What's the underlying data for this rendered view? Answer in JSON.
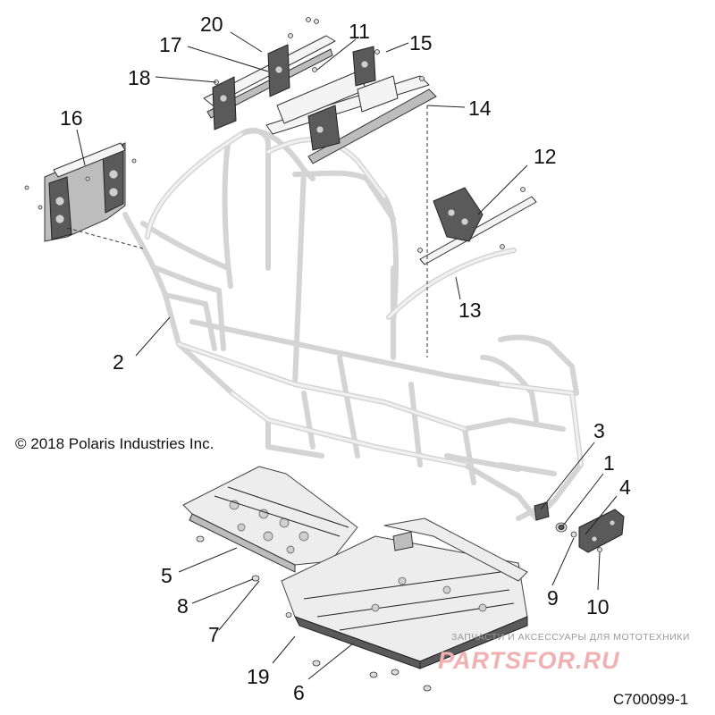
{
  "copyright": "© 2018 Polaris Industries Inc.",
  "drawing_code": "C700099-1",
  "watermark": {
    "tagline": "ЗАПЧАСТИ И АКСЕССУАРЫ ДЛЯ МОТОТЕХНИКИ",
    "logo": "PARTSFOR.RU"
  },
  "callouts": [
    {
      "number": "20",
      "part": "bolt"
    },
    {
      "number": "17",
      "part": "rear-rail-left"
    },
    {
      "number": "11",
      "part": "bolt"
    },
    {
      "number": "15",
      "part": "bolt"
    },
    {
      "number": "18",
      "part": "bolt"
    },
    {
      "number": "14",
      "part": "rear-rail-right"
    },
    {
      "number": "16",
      "part": "front-bracket"
    },
    {
      "number": "12",
      "part": "cross-brace"
    },
    {
      "number": "13",
      "part": "support-tube"
    },
    {
      "number": "2",
      "part": "main-frame"
    },
    {
      "number": "3",
      "part": "bracket-nut"
    },
    {
      "number": "1",
      "part": "bushing"
    },
    {
      "number": "4",
      "part": "mount-plate"
    },
    {
      "number": "5",
      "part": "front-skid-plate"
    },
    {
      "number": "8",
      "part": "push-rivet"
    },
    {
      "number": "7",
      "part": "fastener"
    },
    {
      "number": "9",
      "part": "washer"
    },
    {
      "number": "10",
      "part": "screw"
    },
    {
      "number": "19",
      "part": "screw"
    },
    {
      "number": "6",
      "part": "rear-skid-plate"
    }
  ]
}
